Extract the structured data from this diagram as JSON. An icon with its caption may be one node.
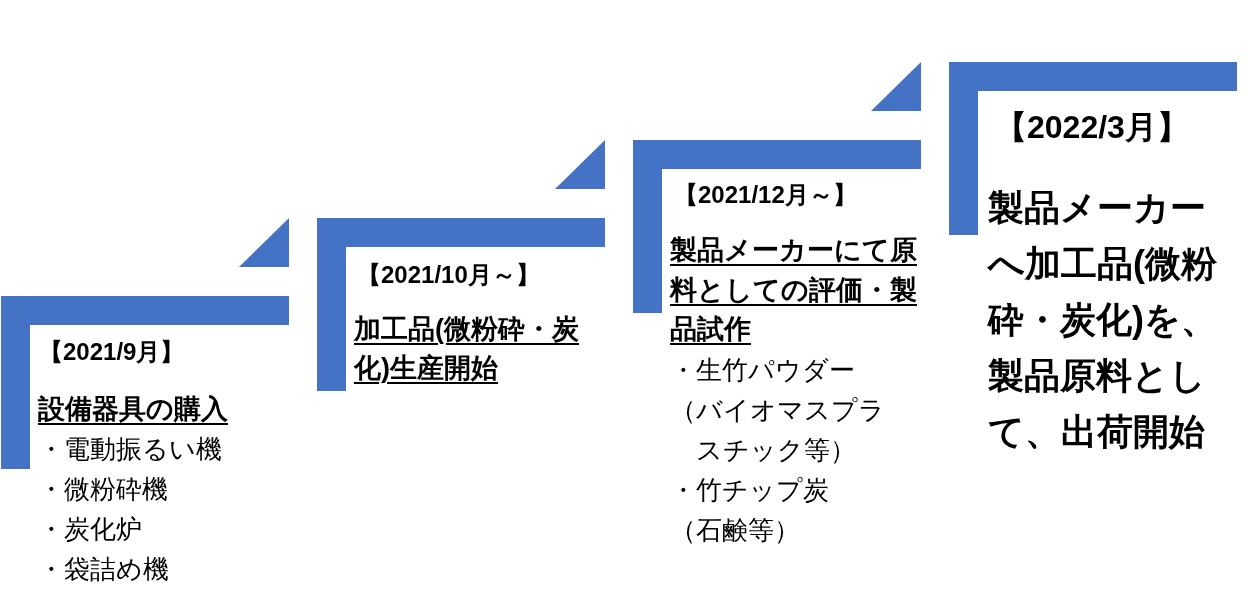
{
  "diagram": {
    "nodes": [
      {
        "text": [
          "【2021/9月】",
          "設備器具の購入",
          "・電動振るい機",
          "・微粉砕機",
          "・炭化炉",
          "・袋詰め機"
        ]
      },
      {
        "text": [
          "【2021/10月～】",
          "加工品(微粉砕・炭化)生産開始"
        ]
      },
      {
        "text": [
          "【2021/12月～】",
          "製品メーカーにて原料としての評価・製品試作",
          "・生竹パウダー",
          "（バイオマスプラスチック等）",
          "・竹チップ炭",
          "（石鹸等）"
        ]
      },
      {
        "text": [
          "【2022/3月】",
          "製品メーカーへ加工品(微粉砕・炭化)を、製品原料として、出荷開始"
        ]
      }
    ]
  }
}
